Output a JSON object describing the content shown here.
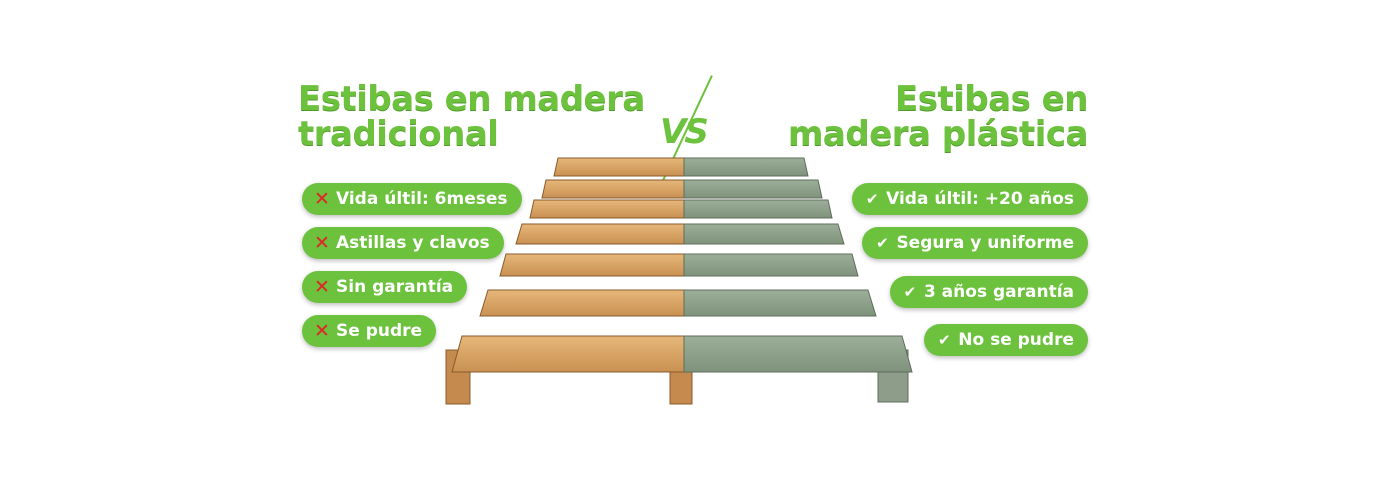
{
  "titles": {
    "left_line1": "Estibas en madera",
    "left_line2": "tradicional",
    "right_line1": "Estibas en",
    "right_line2": "madera plástica",
    "vs": "VS"
  },
  "left_features": [
    {
      "icon": "x-icon",
      "label": "Vida últil: 6meses"
    },
    {
      "icon": "x-icon",
      "label": "Astillas y clavos"
    },
    {
      "icon": "x-icon",
      "label": "Sin garantía"
    },
    {
      "icon": "x-icon",
      "label": "Se pudre"
    }
  ],
  "right_features": [
    {
      "icon": "check-icon",
      "label": "Vida últil: +20 años"
    },
    {
      "icon": "check-icon",
      "label": "Segura y uniforme"
    },
    {
      "icon": "check-icon",
      "label": "3 años garantía"
    },
    {
      "icon": "check-icon",
      "label": "No se pudre"
    }
  ],
  "colors": {
    "brand_green": "#6cc13d",
    "cross_red": "#e0242a",
    "wood": "#d9a86a",
    "plastic": "#8fa38c"
  }
}
